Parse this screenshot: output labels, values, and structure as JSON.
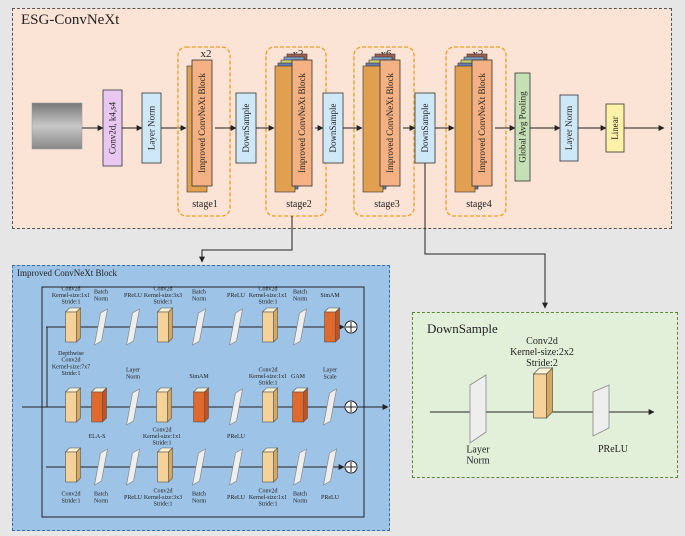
{
  "top": {
    "title": "ESG-ConvNeXt",
    "conv_label": "Conv2d,",
    "conv_params": "k4,s4",
    "layer_norm": "Layer Norm",
    "improved_block": "Improved ConvNeXt Block",
    "downsample": "DownSample",
    "global_pool": "Global Avg Pooling",
    "linear": "Linear",
    "stages": [
      {
        "label": "stage1",
        "repeat": "x2"
      },
      {
        "label": "stage2",
        "repeat": "x2"
      },
      {
        "label": "stage3",
        "repeat": "x6"
      },
      {
        "label": "stage4",
        "repeat": "x2"
      }
    ]
  },
  "block": {
    "title": "Improved ConvNeXt Block",
    "row1_labels": [
      "Conv2d\nKernel-size:1x1\nStride:1",
      "Batch\nNorm",
      "PReLU",
      "Conv2d\nKernel-size:3x3\nStride:1",
      "Batch\nNorm",
      "PReLU",
      "Conv2d\nKernel-size:1x1\nStride:1",
      "Batch\nNorm",
      "SimAM"
    ],
    "row2_top_labels": [
      "Depthwise\nConv2d\nKernel-size:7x7\nStride:1",
      "Layer\nNorm",
      "SimAM",
      "Conv2d\nKernel-size:1x1\nStride:1",
      "GAM",
      "Layer\nScale"
    ],
    "row2_bottom_labels": [
      "ELA-S",
      "Conv2d\nKernel-size:1x1\nStride:1",
      "PReLU"
    ],
    "row3_labels": [
      "Conv2d\nStride:1",
      "Batch\nNorm",
      "PReLU",
      "Conv2d\nKernel-size:3x3\nStride:1",
      "Batch\nNorm",
      "PReLU",
      "Conv2d\nKernel-size:1x1\nStride:1",
      "Batch\nNorm",
      "PReLU"
    ]
  },
  "downsample_detail": {
    "title": "DownSample",
    "conv_label": "Conv2d\nKernel-size:2x2\nStride:2",
    "layer_norm": "Layer\nNorm",
    "prelu": "PReLU"
  },
  "colors": {
    "top_bg": "#fbe3d6",
    "block_bg": "#9dc3e6",
    "downsample_bg": "#e2f0d9",
    "conv_fill": "#e8c8f0",
    "norm_fill": "#cfe8f8",
    "block_fill": "#f4b183",
    "pool_fill": "#c5e0b4",
    "linear_fill": "#fff2a8",
    "conv3d_face": "#f4d29a",
    "attn_face": "#e06a2c",
    "stage_border": "#f0a020"
  }
}
